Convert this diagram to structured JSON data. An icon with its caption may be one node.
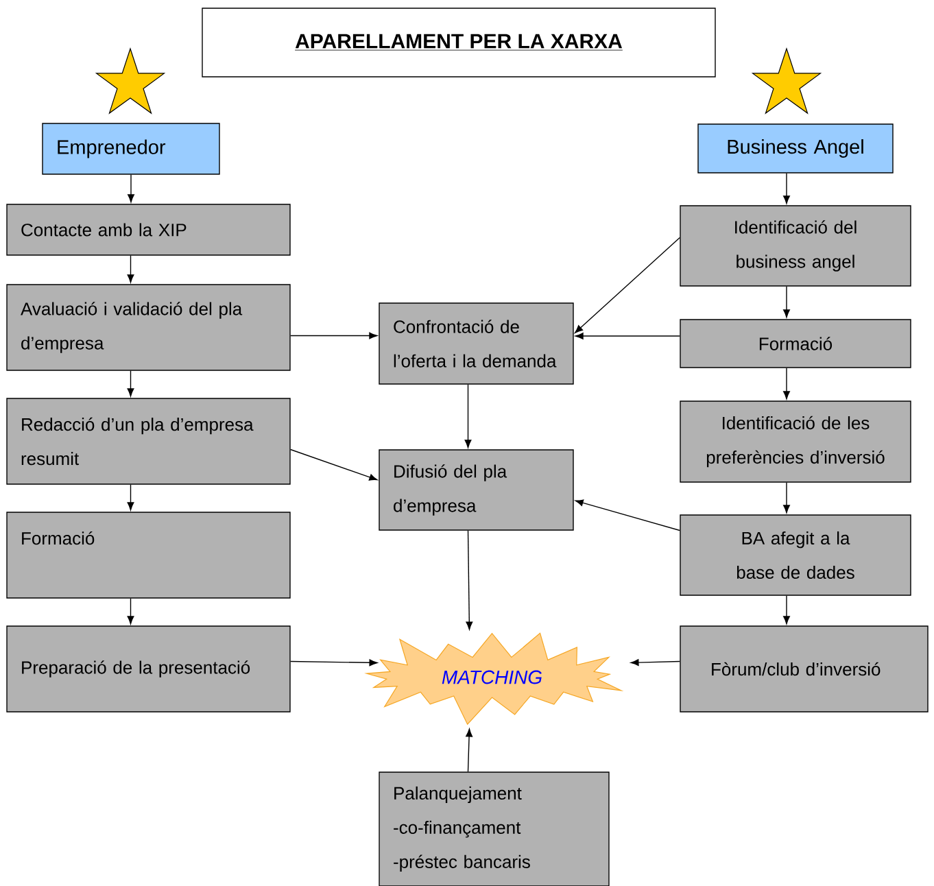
{
  "diagram": {
    "title": "APARELLAMENT PER LA XARXA",
    "nodes": [
      {
        "text": [
          "Emprenedor"
        ]
      },
      {
        "text": [
          "Contacte amb la XIP"
        ]
      },
      {
        "text": [
          "Avaluació i validació del pla d’empresa"
        ]
      },
      {
        "text": [
          "Redacció d’un pla d’empresa resumit"
        ]
      },
      {
        "text": [
          "Formació"
        ]
      },
      {
        "text": [
          "Preparació de la presentació"
        ]
      },
      {
        "text": [
          "Business Angel"
        ]
      },
      {
        "text": [
          "Identificació del business angel"
        ]
      },
      {
        "text": [
          "Formació"
        ]
      },
      {
        "text": [
          "Identificació de les preferències d’inversió"
        ]
      },
      {
        "text": [
          "BA afegit a la base de dades"
        ]
      },
      {
        "text": [
          "Fòrum/club d’inversió"
        ]
      },
      {
        "text": [
          "Confrontació de l’oferta i la demanda"
        ]
      },
      {
        "text": [
          "Difusió del pla d’empresa"
        ]
      },
      {
        "text": [
          "MATCHING"
        ]
      },
      {
        "text": [
          "Palanquejament",
          "-co-finançament",
          "-préstec bancaris"
        ]
      }
    ],
    "edges": [
      {
        "from": 0,
        "to": 1,
        "arrow": "to"
      },
      {
        "from": 1,
        "to": 2,
        "arrow": "to"
      },
      {
        "from": 2,
        "to": 3,
        "arrow": "to"
      },
      {
        "from": 3,
        "to": 4,
        "arrow": "to"
      },
      {
        "from": 4,
        "to": 5,
        "arrow": "to"
      },
      {
        "from": 6,
        "to": 7,
        "arrow": "to"
      },
      {
        "from": 7,
        "to": 8,
        "arrow": "to"
      },
      {
        "from": 8,
        "to": 9,
        "arrow": "to"
      },
      {
        "from": 9,
        "to": 10,
        "arrow": "to"
      },
      {
        "from": 10,
        "to": 11,
        "arrow": "to"
      },
      {
        "from": 2,
        "to": 12,
        "arrow": "to"
      },
      {
        "from": 7,
        "to": 12,
        "arrow": "to"
      },
      {
        "from": 8,
        "to": 12,
        "arrow": "to"
      },
      {
        "from": 12,
        "to": 13,
        "arrow": "to"
      },
      {
        "from": 3,
        "to": 13,
        "arrow": "to"
      },
      {
        "from": 10,
        "to": 13,
        "arrow": "to"
      },
      {
        "from": 13,
        "to": 14,
        "arrow": "to"
      },
      {
        "from": 5,
        "to": 14,
        "arrow": "to"
      },
      {
        "from": 11,
        "to": 14,
        "arrow": "to"
      },
      {
        "from": 15,
        "to": 14,
        "arrow": "to"
      }
    ]
  }
}
